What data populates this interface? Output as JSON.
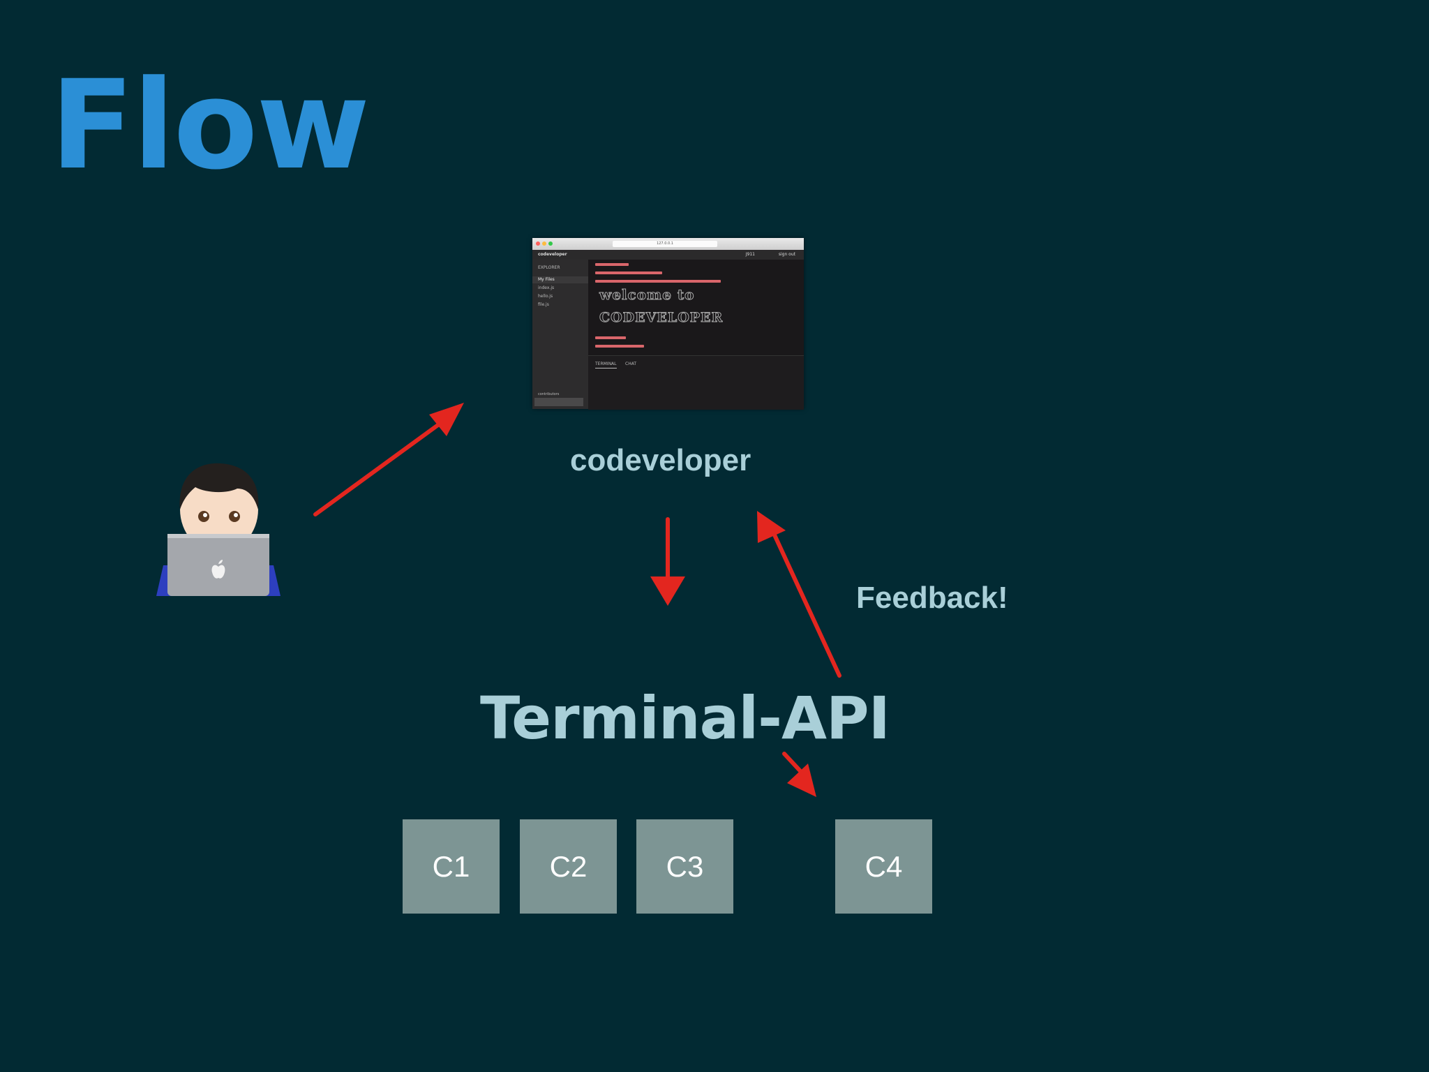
{
  "title": "Flow",
  "screenshot": {
    "url": "127.0.0.1",
    "brand": "codeveloper",
    "user": "J911",
    "signout": "sign out",
    "sidebar": {
      "header": "EXPLORER",
      "folder": "My Files",
      "files": [
        "index.js",
        "hello.js",
        "file.js"
      ],
      "footer": "contributors"
    },
    "ascii_line_1": "welcome to",
    "ascii_line_2": "CODEVELOPER",
    "tabs": [
      "TERMINAL",
      "CHAT"
    ]
  },
  "codeveloper_label": "codeveloper",
  "feedback_label": "Feedback!",
  "terminal_api_label": "Terminal-API",
  "containers": [
    "C1",
    "C2",
    "C3",
    "C4"
  ],
  "colors": {
    "background": "#022a33",
    "title": "#2b8fd6",
    "label": "#a9cfd8",
    "arrow": "#e3261f",
    "box": "#7d9594"
  },
  "icons": {
    "user": "person-with-laptop-icon"
  }
}
